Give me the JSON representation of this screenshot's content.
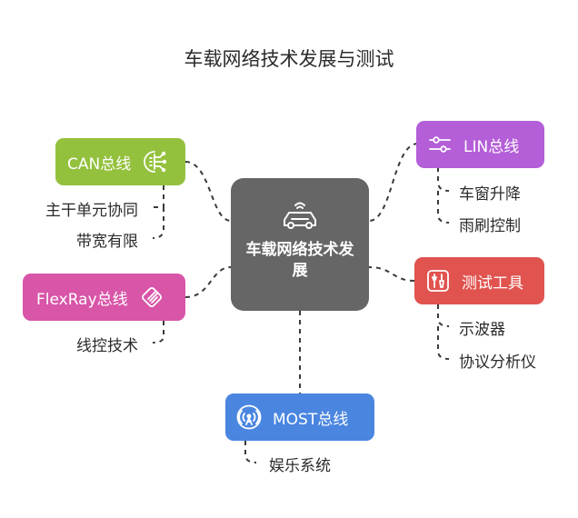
{
  "title": "车载网络技术发展与测试",
  "center": {
    "label": "车载网络技术发展"
  },
  "branches": {
    "can": {
      "label": "CAN总线",
      "color": "#94c13d",
      "icon": "circuit-icon",
      "children": [
        "主干单元协同",
        "带宽有限"
      ]
    },
    "flexray": {
      "label": "FlexRay总线",
      "color": "#d855a8",
      "icon": "signal-icon",
      "children": [
        "线控技术"
      ]
    },
    "lin": {
      "label": "LIN总线",
      "color": "#b45ed8",
      "icon": "sliders-icon",
      "children": [
        "车窗升降",
        "雨刷控制"
      ]
    },
    "test": {
      "label": "测试工具",
      "color": "#e0534f",
      "icon": "tools-icon",
      "children": [
        "示波器",
        "协议分析仪"
      ]
    },
    "most": {
      "label": "MOST总线",
      "color": "#4a86e0",
      "icon": "broadcast-icon",
      "children": [
        "娱乐系统"
      ]
    }
  }
}
